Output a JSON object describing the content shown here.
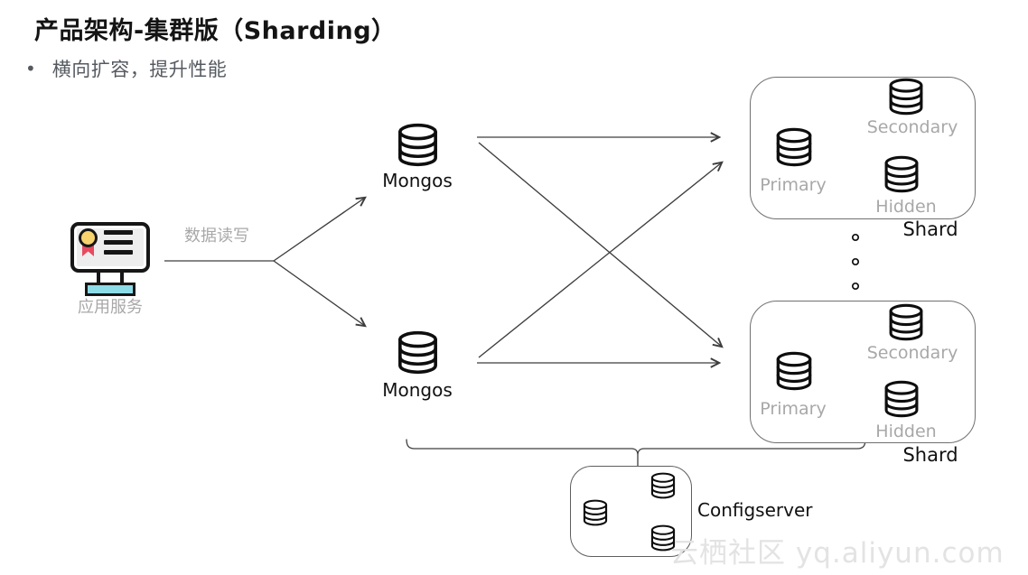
{
  "slide": {
    "title": "产品架构-集群版（Sharding）",
    "bullet": "横向扩容，提升性能",
    "bullet_glyph": "•"
  },
  "app": {
    "label": "应用服务",
    "edge_label": "数据读写"
  },
  "mongos": [
    {
      "label": "Mongos"
    },
    {
      "label": "Mongos"
    }
  ],
  "shards": [
    {
      "label": "Shard",
      "primary": "Primary",
      "secondary": "Secondary",
      "hidden": "Hidden"
    },
    {
      "label": "Shard",
      "primary": "Primary",
      "secondary": "Secondary",
      "hidden": "Hidden"
    }
  ],
  "configserver": {
    "label": "Configserver"
  },
  "watermark": "云栖社区 yq.aliyun.com",
  "colors": {
    "badge_yellow": "#f7d36d",
    "ribbon_red": "#e84a5f",
    "stand_base_cyan": "#8ddbe7",
    "gray_label": "#a8a8a8",
    "connector": "#3d3d3d",
    "box_border": "#707070",
    "watermark_gray": "#e3e3e3"
  }
}
